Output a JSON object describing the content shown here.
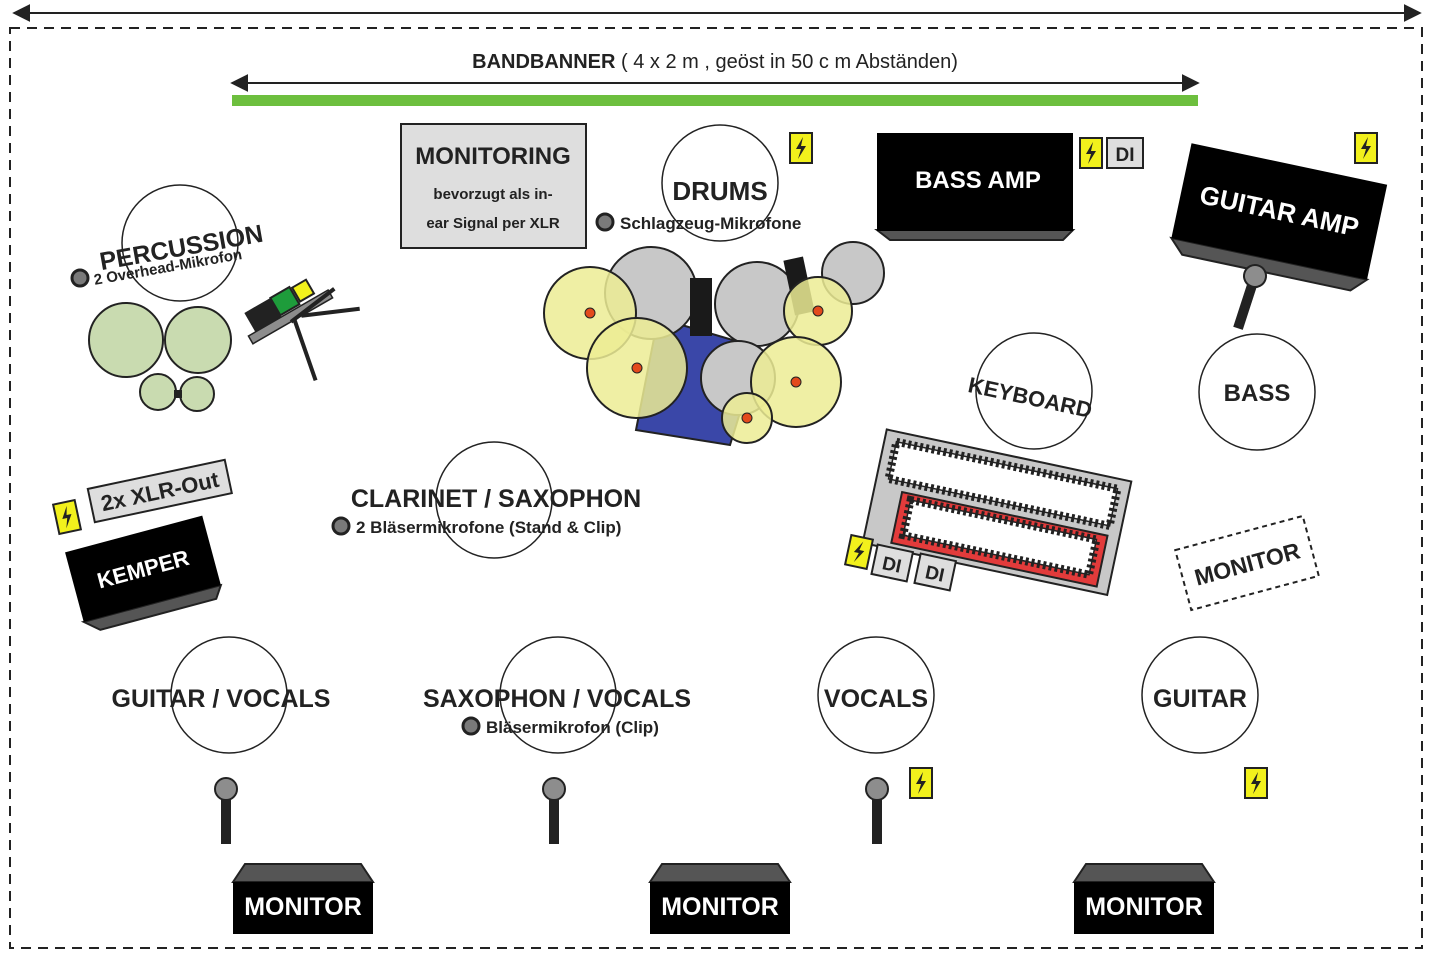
{
  "colors": {
    "banner_green": "#6dbf3e",
    "drum_yellow": "#ecec94",
    "drum_gray": "#c8c8c8",
    "drum_blue": "#3a47a8",
    "percussion_green": "#c9dbb0",
    "power_yellow": "#f2f11c",
    "keyboard_red": "#e23b3b",
    "label_box_gray": "#dedede"
  },
  "banner": {
    "title": "BANDBANNER",
    "detail": " ( 4 x 2 m , geöst in 50 c m Abständen)"
  },
  "monitoring_box": {
    "title": "MONITORING",
    "line1": "bevorzugt als in-",
    "line2": "ear Signal per XLR"
  },
  "drums": {
    "label": "DRUMS",
    "mic_note": "Schlagzeug-Mikrofone"
  },
  "bass_amp": {
    "label": "BASS AMP",
    "di": "DI"
  },
  "guitar_amp": {
    "label": "GUITAR AMP"
  },
  "percussion": {
    "label": "PERCUSSION",
    "mic_note": "2 Overhead-Mikrofon"
  },
  "keyboard": {
    "label": "KEYBOARD",
    "di_1": "DI",
    "di_2": "DI"
  },
  "bass": {
    "label": "BASS"
  },
  "kemper": {
    "label": "KEMPER",
    "out_label": "2x XLR-Out"
  },
  "clarinet": {
    "label": "CLARINET / SAXOPHON",
    "mic_note": "2 Bläsermikrofone (Stand & Clip)"
  },
  "side_monitor": {
    "label": "MONITOR"
  },
  "front_positions": [
    {
      "label": "GUITAR / VOCALS"
    },
    {
      "label": "SAXOPHON / VOCALS",
      "mic_note": "Bläsermikrofon (Clip)"
    },
    {
      "label": "VOCALS"
    },
    {
      "label": "GUITAR"
    }
  ],
  "wedges": [
    {
      "label": "MONITOR"
    },
    {
      "label": "MONITOR"
    },
    {
      "label": "MONITOR"
    }
  ],
  "icons": {
    "power": "power-outlet-icon",
    "mic": "microphone-icon",
    "mic_dot": "mic-indicator-icon"
  }
}
